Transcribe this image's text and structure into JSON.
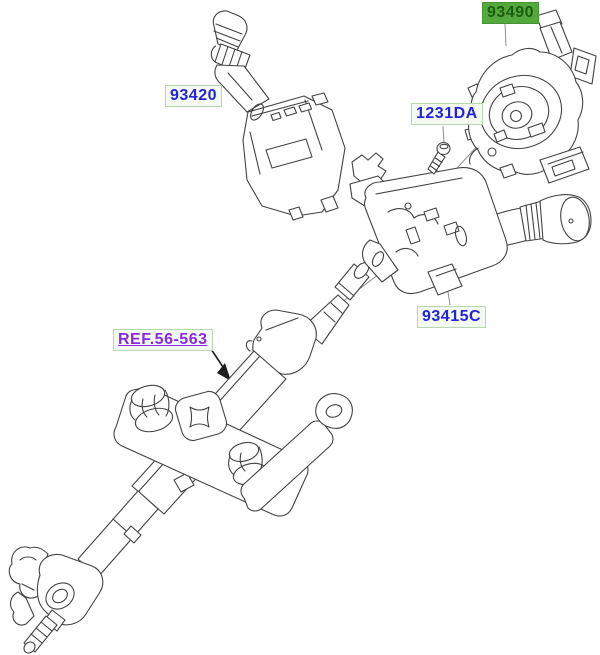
{
  "page": {
    "kind": "parts-catalog-exploded-diagram",
    "bg": "#ffffff"
  },
  "colors": {
    "page_bg": "#ffffff",
    "line_color": "#424242",
    "leader_color": "#8f8f8f",
    "part_number_blue": "#2323dd",
    "reference_purple": "#8a2be2",
    "highlight_green_bg": "#54a93c",
    "highlight_green_text": "#1d5c13",
    "highlight_green_border": "#459434",
    "label_border_green": "#b7d7ae",
    "label_bg": "#f4faf2",
    "arrow_black": "#1f1f1f"
  },
  "labels": {
    "l93490": {
      "text": "93490",
      "style": "highlighted-green"
    },
    "l93420": {
      "text": "93420",
      "style": "part-number-blue"
    },
    "l1231DA": {
      "text": "1231DA",
      "style": "part-number-blue"
    },
    "l93415C": {
      "text": "93415C",
      "style": "part-number-blue"
    },
    "ref": {
      "text": "REF.56-563",
      "style": "reference-purple-underlined"
    }
  },
  "parts": [
    {
      "label": "93490",
      "drawing": "clock-spring-contact-assembly",
      "highlighted": true
    },
    {
      "label": "93420",
      "drawing": "wiper-switch-lever"
    },
    {
      "label": "1231DA",
      "drawing": "screw"
    },
    {
      "label": "93415C",
      "drawing": "multifunction-switch-body"
    },
    {
      "label": "REF.56-563",
      "drawing": "steering-column-assembly"
    }
  ]
}
